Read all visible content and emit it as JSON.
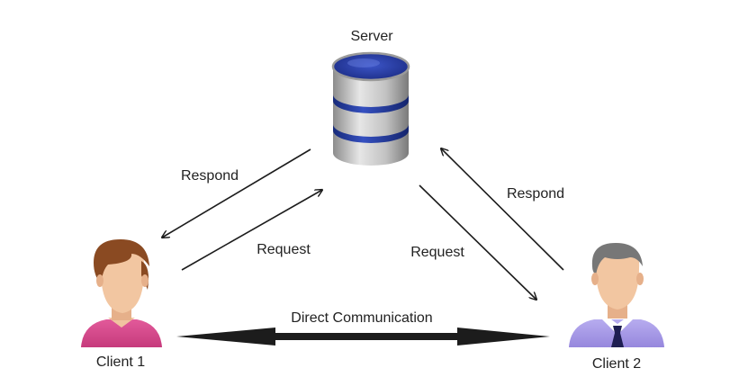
{
  "server": {
    "label": "Server",
    "icon": "database-icon"
  },
  "client1": {
    "label": "Client 1",
    "icon": "person-woman-icon",
    "shirt_color": "#d8498a",
    "hair_color": "#8a4a22"
  },
  "client2": {
    "label": "Client 2",
    "icon": "person-man-icon",
    "shirt_color": "#a99be6",
    "hair_color": "#777777"
  },
  "edges": {
    "c1_respond": "Respond",
    "c1_request": "Request",
    "c2_request": "Request",
    "c2_respond": "Respond",
    "direct": "Direct Communication"
  },
  "colors": {
    "db_blue": "#2a3fa8",
    "db_gray": "#b8b8b8",
    "arrow": "#1c1c1c"
  }
}
